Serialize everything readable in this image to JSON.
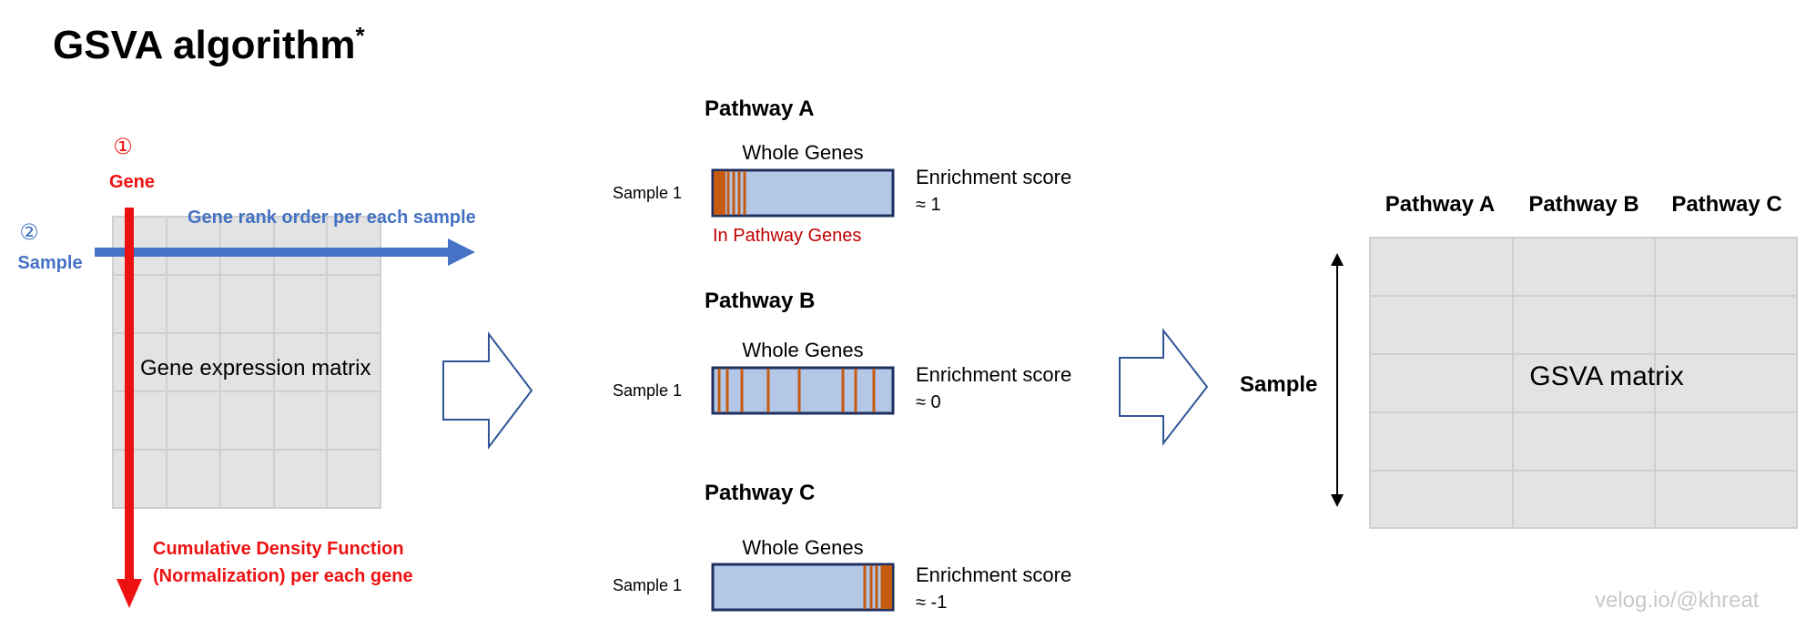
{
  "title": "GSVA algorithm",
  "title_mark": "*",
  "step1": {
    "number": "①",
    "label": "Gene"
  },
  "step2": {
    "number": "②",
    "label": "Sample"
  },
  "rank_order_label": "Gene rank order per each sample",
  "matrix_label": "Gene expression matrix",
  "cdf_label_line1": "Cumulative Density Function",
  "cdf_label_line2": "(Normalization) per each gene",
  "pathways": [
    {
      "name": "Pathway A",
      "sample": "Sample 1",
      "bar_title": "Whole Genes",
      "score_label": "Enrichment score",
      "score_value": "≈ 1",
      "in_pathway_label": "In Pathway Genes"
    },
    {
      "name": "Pathway B",
      "sample": "Sample 1",
      "bar_title": "Whole Genes",
      "score_label": "Enrichment score",
      "score_value": "≈ 0"
    },
    {
      "name": "Pathway C",
      "sample": "Sample 1",
      "bar_title": "Whole Genes",
      "score_label": "Enrichment score",
      "score_value": "≈ -1"
    }
  ],
  "gsva": {
    "columns": [
      "Pathway A",
      "Pathway B",
      "Pathway C"
    ],
    "row_axis_label": "Sample",
    "matrix_label": "GSVA matrix"
  },
  "watermark": "velog.io/@khreat",
  "colors": {
    "gene_axis": "#ee1111",
    "sample_axis": "#4472c4",
    "bar_fill": "#b4c7e7",
    "bar_border": "#1f2f5f",
    "gene_marker": "#c55a11",
    "in_pathway_text": "#c00000",
    "arrow_outline": "#2f5597"
  }
}
